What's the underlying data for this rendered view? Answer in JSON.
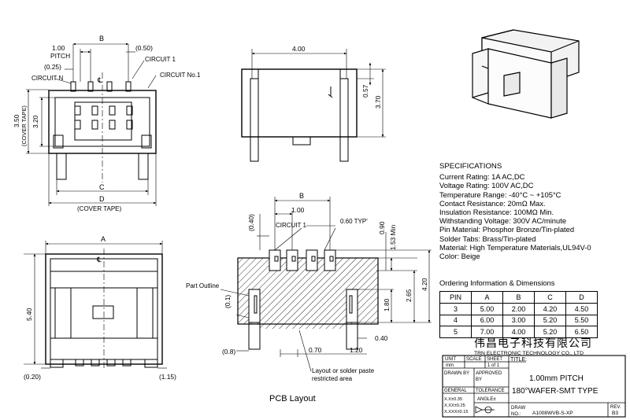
{
  "top_view": {
    "dim_b": "B",
    "dim_pitch_value": "1.00",
    "dim_pitch_label": "PITCH",
    "dim_050": "(0.50)",
    "dim_025": "(0.25)",
    "circuit_1": "CIRCUIT 1",
    "circuit_n": "CIRCUIT N",
    "circuit_no1": "CIRCUIT No.1",
    "dim_350": "3.50",
    "dim_320": "3.20",
    "cover_tape": "(COVER TAPE)",
    "dim_c": "C",
    "dim_d": "D",
    "cover_tape_bottom": "(COVER TAPE)"
  },
  "side_view": {
    "dim_400": "4.00",
    "dim_057": "0.57",
    "dim_370": "3.70"
  },
  "front_view": {
    "dim_a": "A",
    "dim_540": "5.40",
    "dim_020": "(0.20)",
    "dim_115": "(1.15)"
  },
  "pcb_layout": {
    "dim_b": "B",
    "dim_100": "1.00",
    "dim_040_top": "(0.40)",
    "circuit_1": "CIRCUIT 1",
    "dim_060": "0.60 TYP'",
    "dim_090": "0.90",
    "dim_153": "1.53 Min",
    "part_outline": "Part Outline",
    "dim_01": "(0.1)",
    "dim_420": "4.20",
    "dim_265": "2.65",
    "dim_180": "1.80",
    "dim_040_right": "0.40",
    "dim_08": "(0.8)",
    "dim_070": "0.70",
    "dim_120": "1.20",
    "restricted_line1": "Layout or solder paste",
    "restricted_line2": "restricted area",
    "caption": "PCB Layout"
  },
  "specifications": {
    "heading": "SPECIFICATIONS",
    "lines": [
      "Current Rating: 1A AC,DC",
      "Voltage Rating: 100V AC,DC",
      "Temperature Range: -40°C ~ +105°C",
      "Contact Resistance: 20mΩ Max.",
      "Insulation Resistance: 100MΩ Min.",
      "Withstanding Voltage: 300V AC/minute",
      "Pin Material: Phosphor Bronze/Tin-plated",
      "Solder Tabs: Brass/Tin-plated",
      "Material: High Temperature Materials,UL94V-0",
      "Color: Beige"
    ]
  },
  "ordering": {
    "title": "Ordering Information & Dimensions",
    "headers": [
      "PIN",
      "A",
      "B",
      "C",
      "D"
    ],
    "rows": [
      [
        "3",
        "5.00",
        "2.00",
        "4.20",
        "4.50"
      ],
      [
        "4",
        "6.00",
        "3.00",
        "5.20",
        "5.50"
      ],
      [
        "5",
        "7.00",
        "4.00",
        "5.20",
        "6.50"
      ]
    ]
  },
  "title_block": {
    "company_cn": "伟昌电子科技有限公司",
    "company_en": "TRN ELECTRONIC TECHNOLOGY CO., LTD",
    "unit_label": "UNIT",
    "unit_value": "mm",
    "scale_label": "SCALE",
    "sheet_label": "SHEET",
    "sheet_value": "1 of 1",
    "title_label": "TITLE:",
    "title_line1": "1.00mm PITCH",
    "title_line2": "180°WAFER-SMT TYPE",
    "drawn_by": "DRAWN BY",
    "approved_by_1": "APPROVED",
    "approved_by_2": "BY",
    "general": "GENERAL",
    "tolerance": "TOLERANCE",
    "tol_1": "X.X±0.35",
    "tol_2": "X.XX±0.25",
    "tol_3": "X.XXX±0.15",
    "angle": "ANGLE±",
    "draw_no_label_1": "DRAW",
    "draw_no_label_2": "NO.:",
    "draw_no_value": "A1008WVB-S-XP",
    "rev_label": "REV.",
    "rev_value": "B3"
  }
}
